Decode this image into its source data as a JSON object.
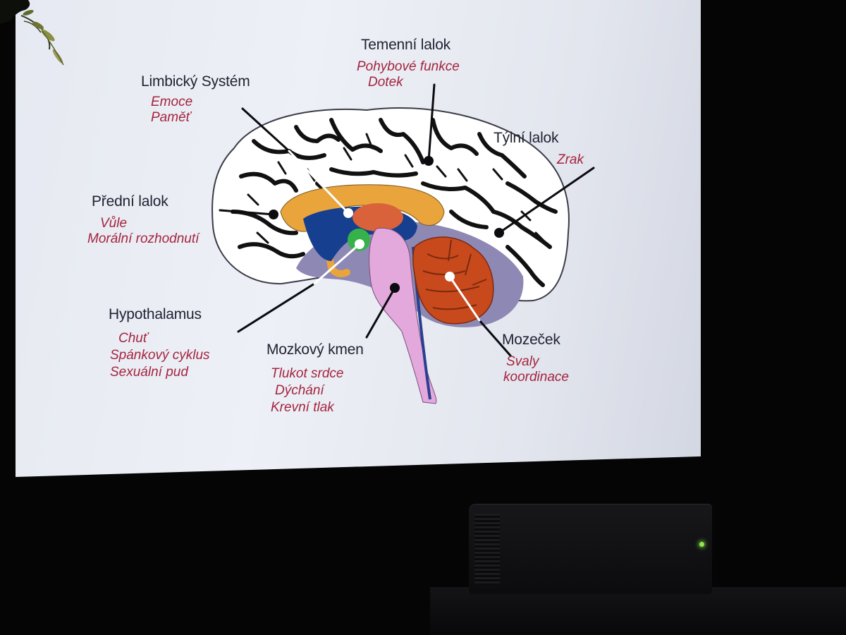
{
  "slide": {
    "labels": {
      "limbic": {
        "title": "Limbický Systém",
        "lines": [
          "Emoce",
          "Paměť"
        ]
      },
      "parietal": {
        "title": "Temenní lalok",
        "lines": [
          "Pohybové funkce",
          "Dotek"
        ]
      },
      "occipital": {
        "title": "Týlní lalok",
        "lines": [
          "Zrak"
        ]
      },
      "frontal": {
        "title": "Přední lalok",
        "lines": [
          "Vůle",
          "Morální rozhodnutí"
        ]
      },
      "hypothalamus": {
        "title": "Hypothalamus",
        "lines": [
          "Chuť",
          "Spánkový cyklus",
          "Sexuální pud"
        ]
      },
      "brainstem": {
        "title": "Mozkový kmen",
        "lines": [
          "Tlukot srdce",
          "Dýchání",
          "Krevní tlak"
        ]
      },
      "cerebellum": {
        "title": "Mozeček",
        "lines": [
          "Svaly",
          "koordinace"
        ]
      }
    },
    "colors": {
      "title_text": "#1f2230",
      "function_text": "#a5243f",
      "cortex": "#ffffff",
      "sulci": "#111111",
      "corpus_callosum": "#e9a43c",
      "ventricle": "#163f8f",
      "thalamus": "#d9623a",
      "hypothalamus": "#36b24a",
      "brainstem": "#e3a8dc",
      "cerebellum": "#c8491c",
      "deep_matter": "#8e88b4"
    },
    "icons": [
      "plant-leaves-icon",
      "projector-led-icon"
    ]
  }
}
